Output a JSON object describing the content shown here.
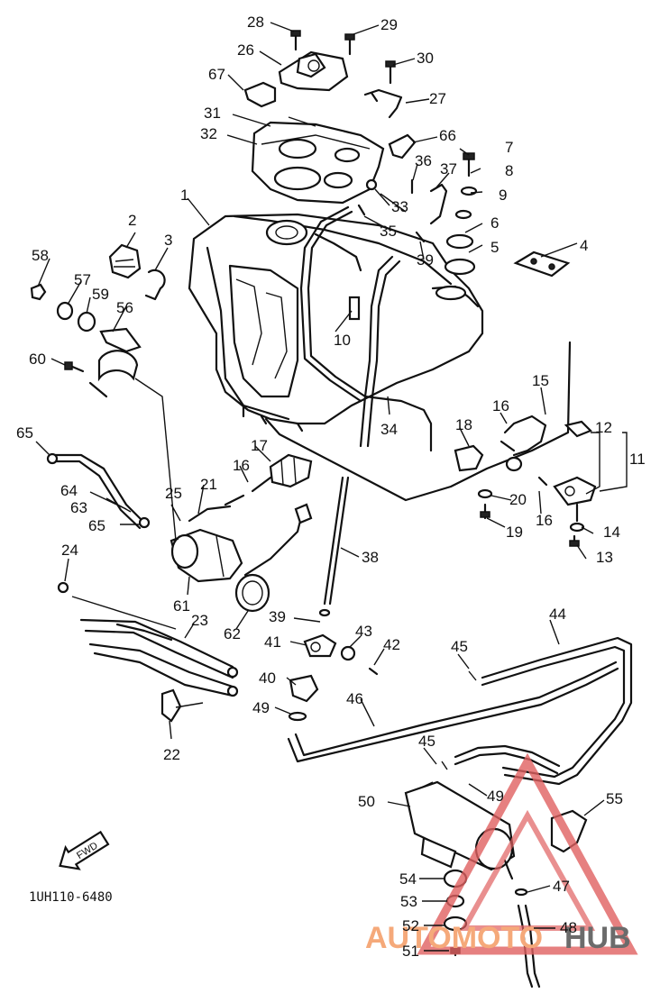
{
  "diagram": {
    "part_numbers": [
      "1",
      "2",
      "3",
      "4",
      "5",
      "6",
      "7",
      "8",
      "9",
      "10",
      "11",
      "12",
      "13",
      "14",
      "15",
      "16",
      "16",
      "16",
      "17",
      "18",
      "19",
      "20",
      "21",
      "22",
      "23",
      "24",
      "25",
      "26",
      "27",
      "28",
      "29",
      "30",
      "31",
      "32",
      "33",
      "34",
      "35",
      "36",
      "37",
      "38",
      "39",
      "39",
      "40",
      "41",
      "42",
      "43",
      "44",
      "45",
      "45",
      "46",
      "47",
      "48",
      "49",
      "49",
      "50",
      "51",
      "52",
      "53",
      "54",
      "55",
      "56",
      "57",
      "58",
      "59",
      "60",
      "61",
      "62",
      "63",
      "64",
      "65",
      "65",
      "66",
      "67"
    ],
    "fwd_label": "FWD",
    "drawing_code": "1UH110-6480",
    "watermark": {
      "text_left": "AUTOMOTO",
      "text_right": "HUB",
      "color_left": "#f5a97a",
      "color_right": "#6b6b6b",
      "triangle_color": "#e06060"
    }
  }
}
